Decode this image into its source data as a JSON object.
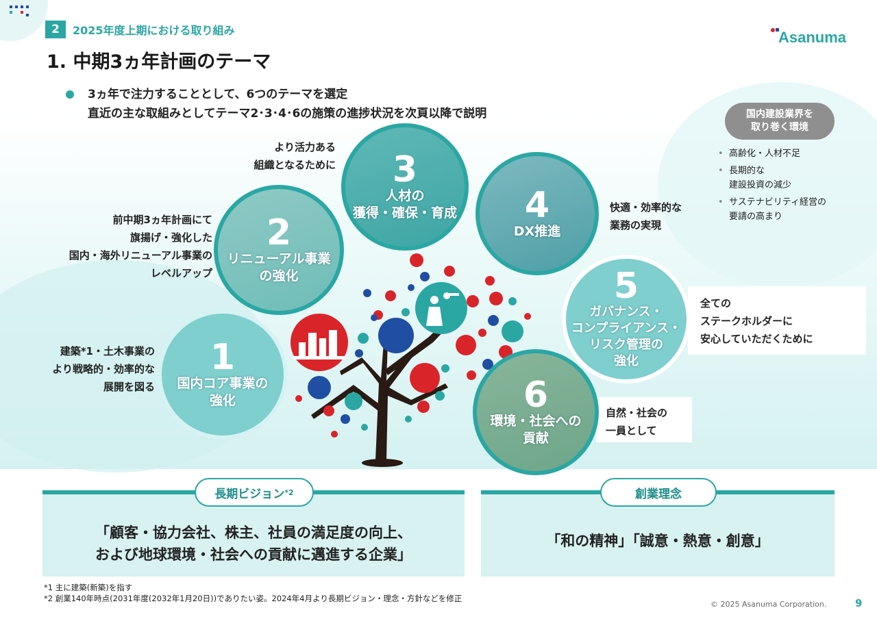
{
  "header": {
    "section_number": "2",
    "section_title": "2025年度上期における取り組み",
    "page_title": "1. 中期3ヵ年計画のテーマ",
    "logo_text": "Asanuma"
  },
  "intro": {
    "line1": "3ヵ年で注力することとして、6つのテーマを選定",
    "line2": "直近の主な取組みとしてテーマ2･3･4･6の施策の進捗状況を次頁以降で説明"
  },
  "environment": {
    "title_line1": "国内建設業界を",
    "title_line2": "取り巻く環境",
    "items": [
      {
        "line1": "高齢化・人材不足",
        "line2": ""
      },
      {
        "line1": "長期的な",
        "line2": "建設投資の減少"
      },
      {
        "line1": "サステナビリティ経営の",
        "line2": "要請の高まり"
      }
    ]
  },
  "themes": [
    {
      "num": "1",
      "line1": "国内コア事業の",
      "line2": "強化",
      "line3": "",
      "line4": ""
    },
    {
      "num": "2",
      "line1": "リニューアル事業",
      "line2": "の強化",
      "line3": "",
      "line4": ""
    },
    {
      "num": "3",
      "line1": "人材の",
      "line2": "獲得・確保・育成",
      "line3": "",
      "line4": ""
    },
    {
      "num": "4",
      "line1": "DX推進",
      "line2": "",
      "line3": "",
      "line4": ""
    },
    {
      "num": "5",
      "line1": "ガバナンス・",
      "line2": "コンプライアンス・",
      "line3": "リスク管理の",
      "line4": "強化"
    },
    {
      "num": "6",
      "line1": "環境・社会への",
      "line2": "貢献",
      "line3": "",
      "line4": ""
    }
  ],
  "theme_notes": {
    "t1": {
      "line1": "建築*1・土木事業の",
      "line2": "より戦略的・効率的な",
      "line3": "展開を図る"
    },
    "t2": {
      "line1": "前中期3ヵ年計画にて",
      "line2": "旗揚げ・強化した",
      "line3": "国内・海外リニューアル事業の",
      "line4": "レベルアップ"
    },
    "t3": {
      "line1": "より活力ある",
      "line2": "組織となるために"
    },
    "t4": {
      "line1": "快適・効率的な",
      "line2": "業務の実現"
    },
    "t5": {
      "line1": "全ての",
      "line2": "ステークホルダーに",
      "line3": "安心していただくために"
    },
    "t6": {
      "line1": "自然・社会の",
      "line2": "一員として"
    }
  },
  "vision": {
    "tag": "長期ビジョン",
    "tag_sup": "*2",
    "line1": "「顧客・協力会社、株主、社員の満足度の向上、",
    "line2": "および地球環境・社会への貢献に邁進する企業」"
  },
  "founding": {
    "tag": "創業理念",
    "text": "「和の精神」「誠意・熱意・創意」"
  },
  "footnotes": {
    "n1": "*1  主に建築(新築)を指す",
    "n2": "*2  創業140年時点(2031年度(2032年1月20日))でありたい姿。2024年4月より長期ビジョン・理念・方針などを修正"
  },
  "footer": {
    "copyright": "© 2025 Asanuma Corporation.",
    "page": "9"
  },
  "colors": {
    "accent": "#2aa7a3",
    "red": "#d9252a",
    "blue": "#1f4ea3",
    "teal": "#2aa7a3"
  }
}
